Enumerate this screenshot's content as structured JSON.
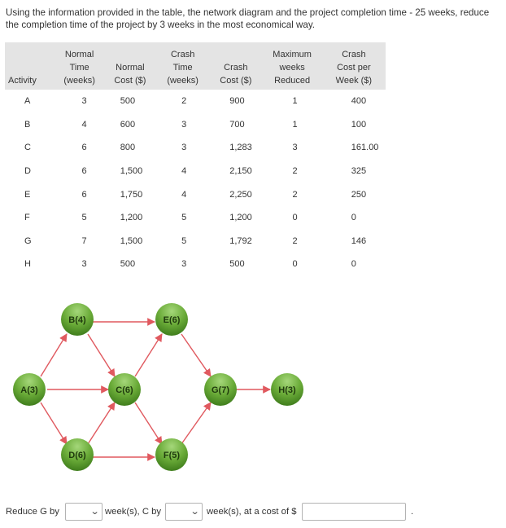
{
  "prompt": "Using the information provided in the table, the network diagram and the project completion time - 25 weeks, reduce the completion time of the project by 3 weeks in the most economical way.",
  "table": {
    "headers": [
      "Activity",
      "Normal Time (weeks)",
      "Normal Cost ($)",
      "Crash Time (weeks)",
      "Crash Cost ($)",
      "Maximum weeks Reduced",
      "Crash Cost per Week ($)"
    ],
    "rows": [
      [
        "A",
        "3",
        "500",
        "2",
        "900",
        "1",
        "400"
      ],
      [
        "B",
        "4",
        "600",
        "3",
        "700",
        "1",
        "100"
      ],
      [
        "C",
        "6",
        "800",
        "3",
        "1,283",
        "3",
        "161.00"
      ],
      [
        "D",
        "6",
        "1,500",
        "4",
        "2,150",
        "2",
        "325"
      ],
      [
        "E",
        "6",
        "1,750",
        "4",
        "2,250",
        "2",
        "250"
      ],
      [
        "F",
        "5",
        "1,200",
        "5",
        "1,200",
        "0",
        "0"
      ],
      [
        "G",
        "7",
        "1,500",
        "5",
        "1,792",
        "2",
        "146"
      ],
      [
        "H",
        "3",
        "500",
        "3",
        "500",
        "0",
        "0"
      ]
    ]
  },
  "network": {
    "nodes": {
      "A": "A(3)",
      "B": "B(4)",
      "C": "C(6)",
      "D": "D(6)",
      "E": "E(6)",
      "F": "F(5)",
      "G": "G(7)",
      "H": "H(3)"
    },
    "colors": {
      "node_fill": "#6aab38",
      "node_highlight": "#a5d77a",
      "arrow": "#e0595f"
    }
  },
  "answer": {
    "reduce_g_label": "Reduce G by",
    "g_selected": "",
    "weeks_c_label": "week(s), C by",
    "c_selected": "",
    "weeks_cost_label": "week(s), at a cost of $",
    "cost_value": "",
    "trailing": "."
  }
}
